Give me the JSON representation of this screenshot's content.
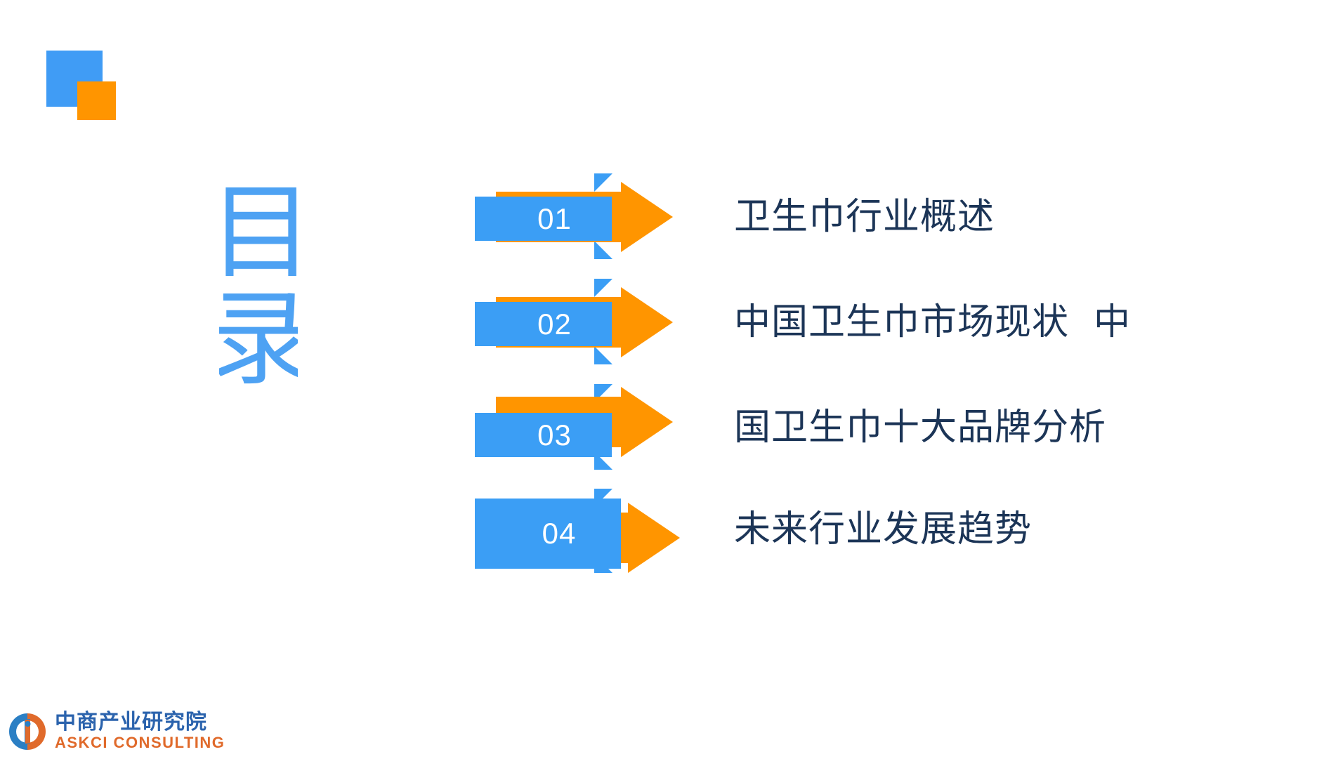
{
  "slide": {
    "title_vertical": "目录",
    "title_chars": [
      "目",
      "录"
    ],
    "background_color": "#ffffff"
  },
  "decor": {
    "square_blue_color": "#409cf5",
    "square_orange_color": "#ff9500"
  },
  "theme": {
    "accent_blue": "#3b9ef5",
    "accent_orange": "#ff9500",
    "title_blue": "#4ea2f3",
    "text_navy": "#1c3557"
  },
  "contents": [
    {
      "number": "01",
      "label": "卫生巾行业概述"
    },
    {
      "number": "02",
      "label": "中国卫生巾市场现状  中"
    },
    {
      "number": "03",
      "label": "国卫生巾十大品牌分析"
    },
    {
      "number": "04",
      "label": "未来行业发展趋势"
    }
  ],
  "footer": {
    "logo_cn": "中商产业研究院",
    "logo_en": "ASKCI CONSULTING",
    "logo_blue": "#2b63ad",
    "logo_orange": "#e06a2b"
  }
}
